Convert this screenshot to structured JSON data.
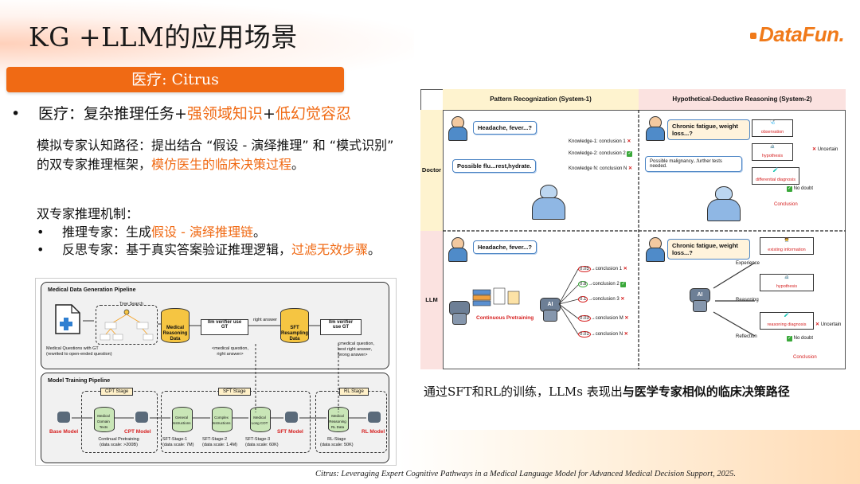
{
  "slide": {
    "title": "KG +LLM的应用场景",
    "logo": "DataFun.",
    "banner": "医疗: Citrus",
    "bullet_main": {
      "marker": "•",
      "prefix": "医疗：复杂推理任务+",
      "hl1": "强领域知识",
      "plus": "+",
      "hl2": "低幻觉容忍"
    },
    "para": {
      "text": "模拟专家认知路径：提出结合 “假设 - 演绎推理” 和 “模式识别” 的双专家推理框架，",
      "hl": "模仿医生的临床决策过程",
      "end": "。"
    },
    "mechanism_title": "双专家推理机制：",
    "sub_items": [
      {
        "marker": "•",
        "prefix": "推理专家：生成",
        "hl": "假设 - 演绎推理链",
        "suffix": "。"
      },
      {
        "marker": "•",
        "prefix": "反思专家：基于真实答案验证推理逻辑，",
        "hl": "过滤无效步骤",
        "suffix": "。"
      }
    ],
    "caption": {
      "prefix": "通过SFT和RL的训练，LLMs 表现出",
      "bold": "与医学专家相似的临床决策路径"
    },
    "citation": "Citrus: Leveraging Expert Cognitive Pathways in a Medical Language Model for Advanced Medical Decision Support, 2025.",
    "colors": {
      "accent": "#f06a14",
      "banner": "#f06a14"
    }
  },
  "pipeline_figure": {
    "gen_title": "Medical Data Generation Pipeline",
    "tree_search": "Tree Search",
    "gen_input_caption": "Medical Questions with GT\n(rewrited to open-ended question)",
    "mr_data": "Medical\nReasoning\nData",
    "verifier1": "llm verifier use\nGT",
    "right_answer": "right answer",
    "mq_right": "<medical question,\nright answer>",
    "sft_data": "SFT\nResampling\nData",
    "verifier2": "llm verifier\nuse GT",
    "mq_best": "<medical question,\nbest right answer,\nwrong answer>",
    "train_title": "Model Training Pipeline",
    "cpt_stage": "CPT Stage",
    "sft_stage": "SFT Stage",
    "rl_stage": "RL Stage",
    "base_model": "Base Model",
    "cpt_model": "CPT Model",
    "sft_model": "SFT Model",
    "rl_model": "RL Model",
    "cyl_domain": "Medical\nDomain\nTexts",
    "cyl_general": "General\nInstructions",
    "cyl_complex": "Complex\nInstructions",
    "cyl_cot": "Medical\nLong COT",
    "cyl_rl": "Medical\nReasoning\nRL Data",
    "cpt_caption": "Continual Pretraining\n(data scale: >200B)",
    "sft1": "SFT-Stage-1\n(data scale: 7M)",
    "sft2": "SFT-Stage-2\n(data scale: 1.4M)",
    "sft3": "SFT-Stage-3\n(data scale: 60K)",
    "rl_caption": "RL-Stage\n(data scale: 50K)"
  },
  "reasoning_figure": {
    "col1": "Pattern Recognization (System-1)",
    "col2": "Hypothetical-Deductive Reasoning (System-2)",
    "row_doctor": "Doctor",
    "row_llm": "LLM",
    "q1": "Headache, fever...?",
    "q2": "Chronic fatigue, weight loss...?",
    "doc_ans": "Possible flu...rest,hydrate.",
    "k1": "Knowledge-1: conclusion 1",
    "k2": "Knowledge-2: conclusion 2",
    "kn": "Knowledge N: conclusion N",
    "malig": "Possible malignancy...further tests needed.",
    "observation": "observation",
    "hypothesis": "hypothesis",
    "differential": "differential diagnosis",
    "uncertain": "Uncertain",
    "no_doubt": "No doubt",
    "conclusion": "Conclusion",
    "cont_pre": "Continuous Pretraining",
    "probs": [
      "0.05",
      "0.8",
      "0.1",
      "0.03",
      "0.01"
    ],
    "concls": [
      "conclusion 1",
      "conclusion 2",
      "conclusion 3",
      "conclusion M",
      "conclusion N"
    ],
    "existing": "existing information",
    "reasoning_diag": "reasoning diagnosis",
    "experience": "Experience",
    "reasoning": "Reasoning",
    "reflection": "Reflection",
    "ai": "AI"
  }
}
